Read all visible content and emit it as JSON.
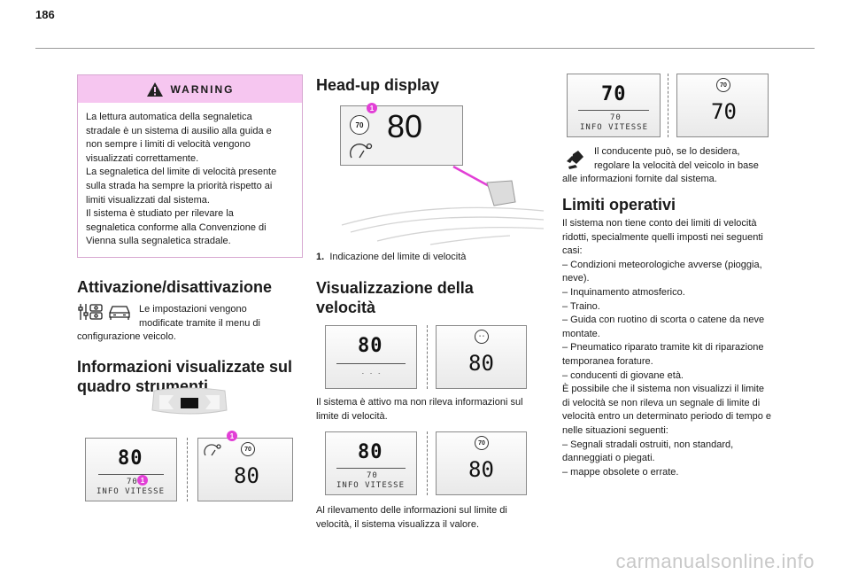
{
  "page_number": "186",
  "warning": {
    "title": "WARNING",
    "lines": [
      "La lettura automatica della segnaletica",
      "stradale è un sistema di ausilio alla guida e",
      "non sempre i limiti di velocità vengono",
      "visualizzati correttamente.",
      "La segnaletica del limite di velocità presente",
      "sulla strada ha sempre la priorità rispetto ai",
      "limiti visualizzati dal sistema.",
      "Il sistema è studiato per rilevare la",
      "segnaletica conforme alla Convenzione di",
      "Vienna sulla segnaletica stradale."
    ]
  },
  "activation": {
    "heading": "Attivazione/disattivazione",
    "line1": "Le impostazioni vengono",
    "line2": "modificate tramite il menu di",
    "line3": "configurazione veicolo.",
    "icons": [
      "settings-sliders-icon",
      "car-icon"
    ]
  },
  "cluster": {
    "heading_line1": "Informazioni visualizzate sul",
    "heading_line2": "quadro strumenti",
    "panel_left_big": "80",
    "panel_left_small": "70",
    "panel_left_text": "INFO VITESSE",
    "panel_right_sign": "70",
    "panel_right_big": "80",
    "callout": "1"
  },
  "hud": {
    "heading": "Head-up display",
    "big": "80",
    "sign": "70",
    "callout": "1",
    "caption_num": "1.",
    "caption_text": "Indicazione del limite di velocità"
  },
  "speed_display": {
    "heading_line1": "Visualizzazione della",
    "heading_line2": "velocità",
    "panel1_left_big": "80",
    "panel1_left_small": "- - -",
    "panel1_right_sign": "- -",
    "panel1_right_big": "80",
    "caption1_line1": "Il sistema è attivo ma non rileva informazioni sul",
    "caption1_line2": "limite di velocità.",
    "panel2_left_big": "80",
    "panel2_left_small": "70",
    "panel2_left_text": "INFO VITESSE",
    "panel2_right_sign": "70",
    "panel2_right_big": "80",
    "caption2_line1": "Al rilevamento delle informazioni sul limite di",
    "caption2_line2": "velocità, il sistema visualizza il valore."
  },
  "col3": {
    "panel_left_big": "70",
    "panel_left_small": "70",
    "panel_left_text": "INFO VITESSE",
    "panel_right_sign": "70",
    "panel_right_big": "70",
    "driver_line1": "Il conducente può, se lo desidera,",
    "driver_line2": "regolare la velocità del veicolo in base",
    "driver_line3": "alle informazioni fornite dal sistema.",
    "limits_heading": "Limiti operativi",
    "limits_lines": [
      "Il sistema non tiene conto dei limiti di velocità",
      "ridotti, specialmente quelli imposti nei seguenti",
      "casi:",
      "–  Condizioni meteorologiche avverse (pioggia,",
      "neve).",
      "–  Inquinamento atmosferico.",
      "–  Traino.",
      "–  Guida con ruotino di scorta o catene da neve",
      "montate.",
      "–  Pneumatico riparato tramite kit di riparazione",
      "temporanea forature.",
      "–  conducenti di giovane età.",
      "È possibile che il sistema non visualizzi il limite",
      "di velocità se non rileva un segnale di limite di",
      "velocità entro un determinato periodo di tempo e",
      "nelle situazioni seguenti:",
      "–  Segnali stradali ostruiti, non standard,",
      "danneggiati o piegati.",
      "–  mappe obsolete o errate."
    ]
  },
  "watermark": "carmanualsonline.info"
}
